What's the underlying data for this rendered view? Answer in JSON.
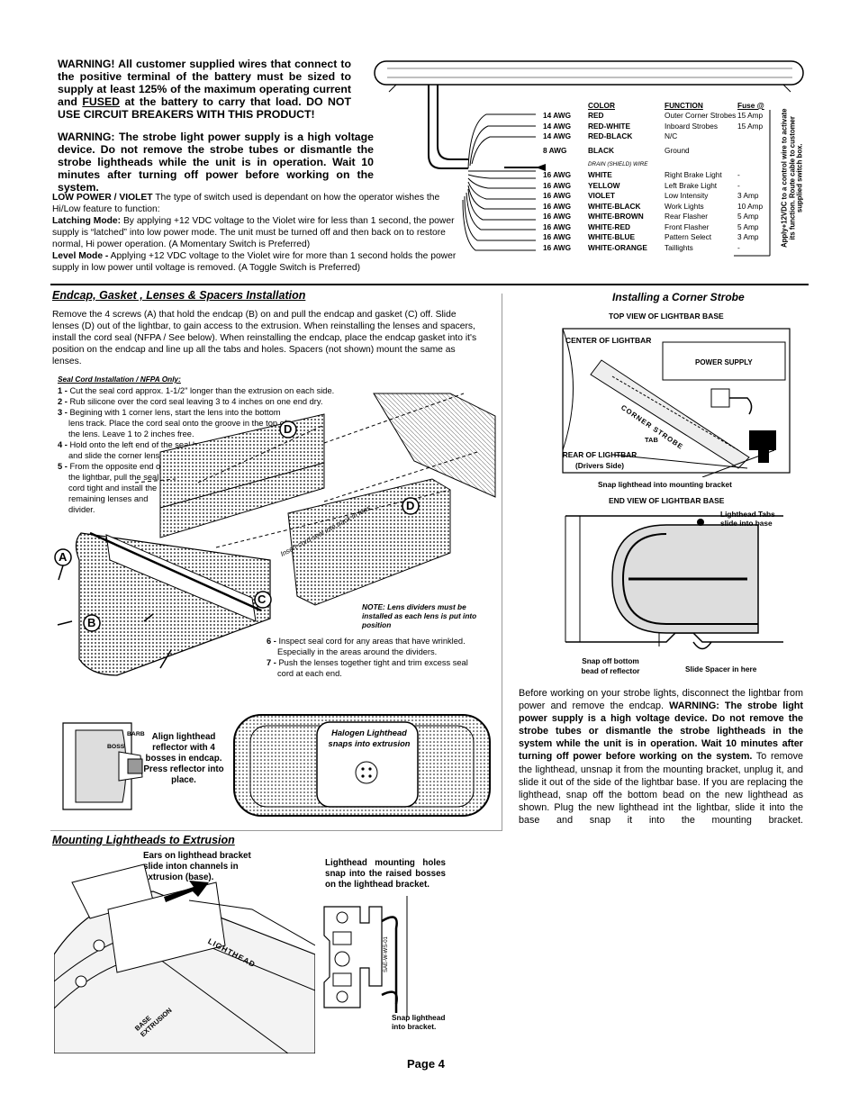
{
  "warning": {
    "main_pre": "WARNING! All customer supplied wires that connect to the positive terminal of the battery must be sized to supply at least 125% of the maximum operating current and ",
    "main_fused": "FUSED",
    "main_post": " at the battery to carry that load. DO NOT USE CIRCUIT BREAKERS WITH THIS PRODUCT!",
    "strobe": "WARNING: The strobe light power supply is a high voltage device. Do not remove the strobe tubes or dismantle the strobe lightheads while the unit is in operation. Wait 10 minutes after turning off power before working on the system."
  },
  "low_power": {
    "title": "LOW POWER / VIOLET",
    "text": " The type of switch used is dependant on how the operator wishes the Hi/Low feature to function:",
    "latching_label": "Latching Mode:",
    "latching_text": " By applying +12 VDC voltage to the Violet wire for less than 1 second, the power supply is “latched” into low power mode. The unit must be turned off and then back on to restore normal, Hi power operation. (A Momentary Switch is Preferred)",
    "level_label": "Level Mode -",
    "level_text": " Applying +12 VDC voltage to the Violet wire for more than 1 second holds the power supply in low power until voltage is removed. (A Toggle Switch is Preferred)"
  },
  "wire_table": {
    "headers": {
      "color": "COLOR",
      "function": "FUNCTION",
      "fuse": "Fuse @"
    },
    "rows": [
      {
        "awg": "14 AWG",
        "color": "RED",
        "function": "Outer Corner Strobes",
        "fuse": "15 Amp"
      },
      {
        "awg": "14 AWG",
        "color": "RED-WHITE",
        "function": "Inboard Strobes",
        "fuse": "15 Amp"
      },
      {
        "awg": "14 AWG",
        "color": "RED-BLACK",
        "function": "N/C",
        "fuse": ""
      },
      {
        "awg": "8 AWG",
        "color": "BLACK",
        "function": "Ground",
        "fuse": ""
      },
      {
        "awg": "16 AWG",
        "color": "WHITE",
        "function": "Right Brake Light",
        "fuse": "-"
      },
      {
        "awg": "16 AWG",
        "color": "YELLOW",
        "function": "Left Brake Light",
        "fuse": "-"
      },
      {
        "awg": "16 AWG",
        "color": "VIOLET",
        "function": "Low Intensity",
        "fuse": "3 Amp"
      },
      {
        "awg": "16 AWG",
        "color": "WHITE-BLACK",
        "function": "Work Lights",
        "fuse": "10 Amp"
      },
      {
        "awg": "16 AWG",
        "color": "WHITE-BROWN",
        "function": "Rear Flasher",
        "fuse": "5 Amp"
      },
      {
        "awg": "16 AWG",
        "color": "WHITE-RED",
        "function": "Front Flasher",
        "fuse": "5 Amp"
      },
      {
        "awg": "16 AWG",
        "color": "WHITE-BLUE",
        "function": "Pattern Select",
        "fuse": "3 Amp"
      },
      {
        "awg": "16 AWG",
        "color": "WHITE-ORANGE",
        "function": "Taillights",
        "fuse": "-"
      }
    ],
    "drain": "DRAIN (SHIELD) WIRE",
    "vertical_note": "Apply+12VDC to a control wire to activate its function. Route cable to customer supplied switch box."
  },
  "endcap": {
    "title": "Endcap, Gasket , Lenses & Spacers Installation",
    "text": "Remove the 4 screws (A) that hold the endcap (B) on and pull the endcap and gasket (C) off. Slide lenses (D) out of the lightbar, to gain access to the extrusion. When reinstalling the lenses and spacers, install the cord seal (NFPA / See below). When reinstalling the endcap, place the endcap gasket into it's position on the endcap and line up all the tabs and holes. Spacers (not shown) mount the same as lenses.",
    "seal_title": "Seal Cord Installation / NFPA Only:",
    "steps": [
      {
        "n": "1 -",
        "t": "Cut the seal cord approx. 1-1/2\" longer than the extrusion on each side."
      },
      {
        "n": "2 -",
        "t": "Rub silicone over the cord seal leaving 3 to 4 inches on one end dry."
      },
      {
        "n": "3 -",
        "t": "Begining with 1 corner lens, start the lens into the bottom lens track. Place the cord seal onto the groove in the top of the lens. Leave 1 to 2 inches free."
      },
      {
        "n": "4 -",
        "t": "Hold onto the left end of the seal hanging out and slide the corner lens into position."
      },
      {
        "n": "5 -",
        "t": "From the opposite end of the lightbar, pull the seal cord tight and install the remaining lenses and divider."
      }
    ],
    "steps_b": [
      {
        "n": "6 -",
        "t": "Inspect seal cord for any areas that have wrinkled. Especially in the areas around the dividers."
      },
      {
        "n": "7 -",
        "t": "Push the lenses together tight and trim excess seal cord at each end."
      }
    ],
    "insert_label": "Insert cord seal into track in lens",
    "note": "NOTE: Lens dividers must be installed as each lens is put into position",
    "callouts": {
      "a": "A",
      "b": "B",
      "c": "C",
      "d1": "D",
      "d2": "D"
    }
  },
  "reflector": {
    "barb": "BARB",
    "boss": "BOSS",
    "align": "Align lighthead reflector with 4 bosses in endcap. Press reflector into place.",
    "halogen": "Halogen Lighthead snaps into extrusion"
  },
  "mounting": {
    "title": "Mounting Lightheads to Extrusion",
    "ears": "Ears on lighthead bracket slide inton channels in extrusion (base).",
    "holes": "Lighthead mounting holes snap into the raised bosses on the lighthead bracket.",
    "snap": "Snap lighthead into bracket.",
    "lighthead": "LIGHTHEAD",
    "base1": "BASE",
    "base2": "EXTRUSION",
    "code": "SAE-W-WS-01"
  },
  "corner": {
    "title": "Installing a Corner Strobe",
    "top_view": "TOP VIEW OF LIGHTBAR BASE",
    "center": "CENTER OF LIGHTBAR",
    "power_supply": "POWER SUPPLY",
    "corner_strobe": "CORNER STROBE",
    "tab": "TAB",
    "rear": "REAR OF LIGHTBAR",
    "drivers": "(Drivers Side)",
    "snap_mount": "Snap lighthead into mounting bracket",
    "end_view": "END VIEW OF LIGHTBAR BASE",
    "tabs_slide": "Lighthead Tabs slide into base",
    "snap_off": "Snap off bottom bead of reflector",
    "slide_spacer": "Slide Spacer in here",
    "para_pre": "Before working on your strobe lights, disconnect the lightbar from power and remove the endcap. ",
    "para_warn": "WARNING: The strobe light power supply is a high voltage device. Do not remove the strobe tubes or dismantle the strobe lightheads in the system while the unit is in operation. Wait 10 minutes after turning off power before working on the system.",
    "para_post": " To remove the lighthead, unsnap it from the mounting bracket, unplug it, and slide it out of the side of the lightbar base. If you are replacing the lighthead, snap off the bottom bead on the new lighthead as shown. Plug the new lighthead int the lightbar, slide it into the base and snap it into the mounting bracket."
  },
  "footer": {
    "page": "Page 4"
  }
}
